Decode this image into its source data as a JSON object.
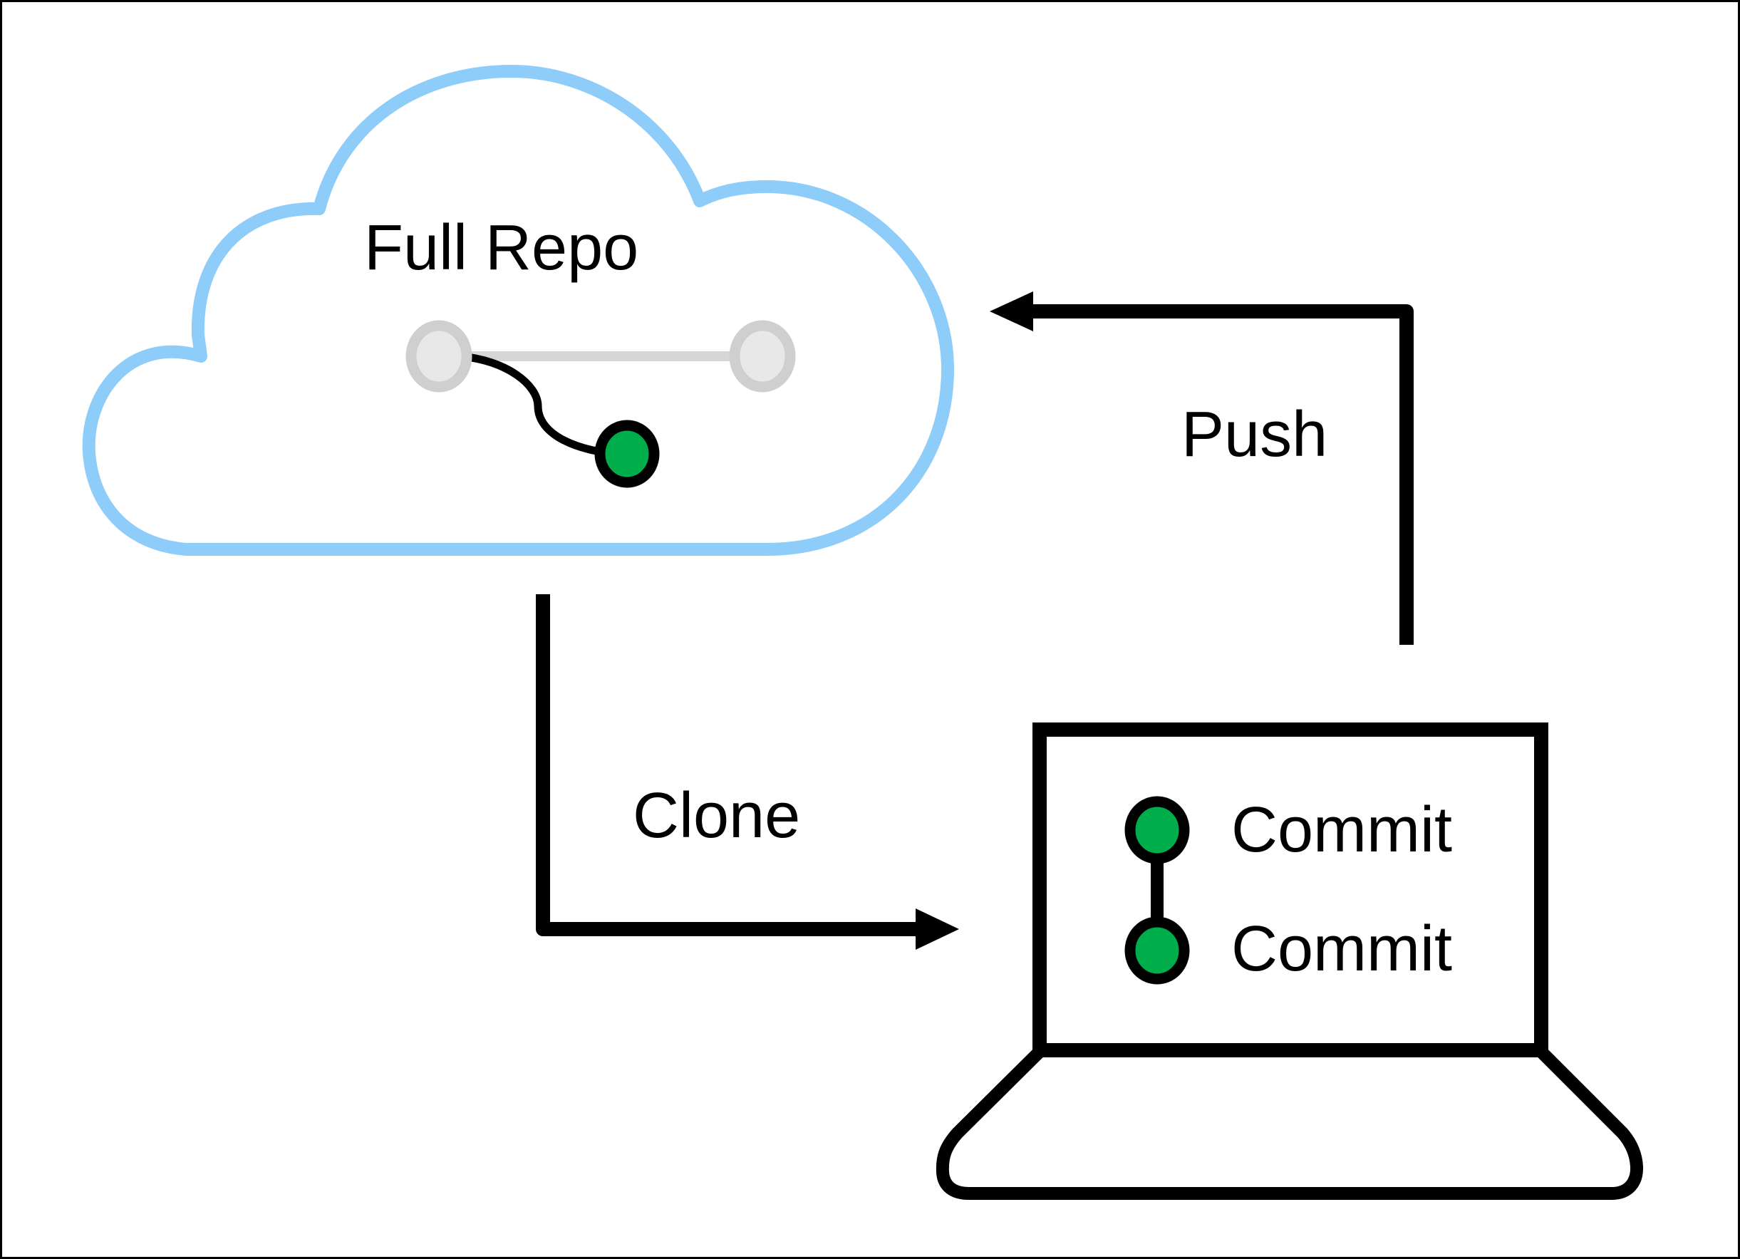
{
  "labels": {
    "cloud_title": "Full Repo",
    "push": "Push",
    "clone": "Clone",
    "commit_top": "Commit",
    "commit_bottom": "Commit"
  },
  "colors": {
    "cloud_outline": "#8ECDFA",
    "commit_fill": "#00AD4B",
    "inactive_node_fill": "#E8E8E8",
    "inactive_node_outline": "#CFCFCF",
    "inactive_branch_line": "#D6D6D6",
    "stroke": "#000000",
    "background": "#FFFFFF"
  },
  "icons": {
    "remote": "cloud-icon",
    "local": "laptop-icon"
  }
}
